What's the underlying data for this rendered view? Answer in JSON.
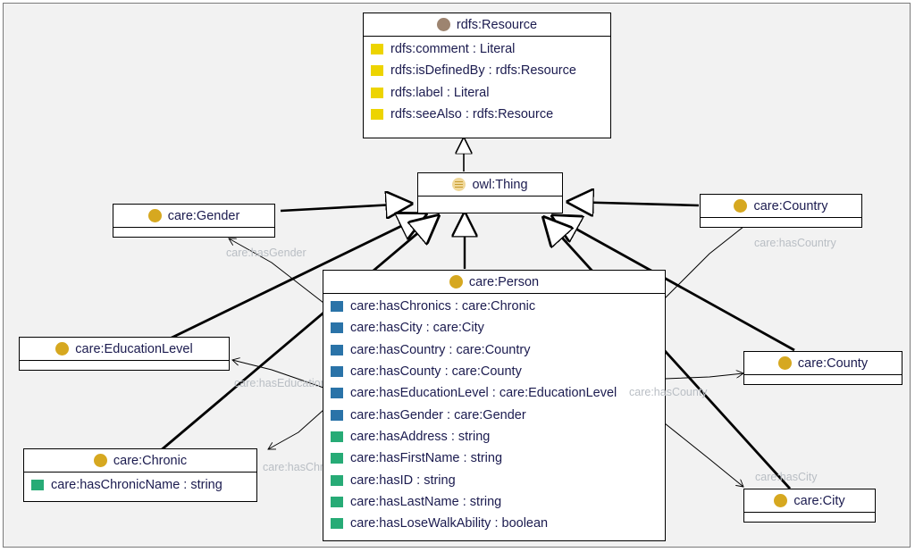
{
  "diagram": {
    "type": "uml-ontology-class-diagram",
    "canvas_bg": "#f2f2f2",
    "text_color": "#1b1b4f",
    "edge_label_color": "#b9bec4",
    "icon_colors": {
      "class_gold": "#d6a820",
      "class_brown": "#9d8470",
      "owl_thing": "#f0d89a",
      "annotation_property": "#edd400",
      "object_property": "#2a73a8",
      "datatype_property": "#27ab76"
    }
  },
  "nodes": {
    "rdfs_resource": {
      "name": "rdfs:Resource",
      "icon": "class-circle-brown-icon",
      "attributes": [
        {
          "icon": "annotation-property-icon",
          "kind": "yellow",
          "text": "rdfs:comment : Literal"
        },
        {
          "icon": "annotation-property-icon",
          "kind": "yellow",
          "text": "rdfs:isDefinedBy : rdfs:Resource"
        },
        {
          "icon": "annotation-property-icon",
          "kind": "yellow",
          "text": "rdfs:label : Literal"
        },
        {
          "icon": "annotation-property-icon",
          "kind": "yellow",
          "text": "rdfs:seeAlso : rdfs:Resource"
        }
      ]
    },
    "owl_thing": {
      "name": "owl:Thing",
      "icon": "owl-thing-icon",
      "attributes": []
    },
    "care_person": {
      "name": "care:Person",
      "icon": "class-circle-gold-icon",
      "attributes": [
        {
          "icon": "object-property-icon",
          "kind": "blue",
          "text": "care:hasChronics : care:Chronic"
        },
        {
          "icon": "object-property-icon",
          "kind": "blue",
          "text": "care:hasCity : care:City"
        },
        {
          "icon": "object-property-icon",
          "kind": "blue",
          "text": "care:hasCountry : care:Country"
        },
        {
          "icon": "object-property-icon",
          "kind": "blue",
          "text": "care:hasCounty : care:County"
        },
        {
          "icon": "object-property-icon",
          "kind": "blue",
          "text": "care:hasEducationLevel : care:EducationLevel"
        },
        {
          "icon": "object-property-icon",
          "kind": "blue",
          "text": "care:hasGender : care:Gender"
        },
        {
          "icon": "datatype-property-icon",
          "kind": "green",
          "text": "care:hasAddress : string"
        },
        {
          "icon": "datatype-property-icon",
          "kind": "green",
          "text": "care:hasFirstName : string"
        },
        {
          "icon": "datatype-property-icon",
          "kind": "green",
          "text": "care:hasID : string"
        },
        {
          "icon": "datatype-property-icon",
          "kind": "green",
          "text": "care:hasLastName : string"
        },
        {
          "icon": "datatype-property-icon",
          "kind": "green",
          "text": "care:hasLoseWalkAbility : boolean"
        }
      ]
    },
    "care_gender": {
      "name": "care:Gender",
      "icon": "class-circle-gold-icon",
      "attributes": []
    },
    "care_education_level": {
      "name": "care:EducationLevel",
      "icon": "class-circle-gold-icon",
      "attributes": []
    },
    "care_chronic": {
      "name": "care:Chronic",
      "icon": "class-circle-gold-icon",
      "attributes": [
        {
          "icon": "datatype-property-icon",
          "kind": "green",
          "text": "care:hasChronicName : string"
        }
      ]
    },
    "care_country": {
      "name": "care:Country",
      "icon": "class-circle-gold-icon",
      "attributes": []
    },
    "care_county": {
      "name": "care:County",
      "icon": "class-circle-gold-icon",
      "attributes": []
    },
    "care_city": {
      "name": "care:City",
      "icon": "class-circle-gold-icon",
      "attributes": []
    }
  },
  "edge_labels": {
    "has_gender": "care:hasGender",
    "has_education_level": "care:hasEducationLevel",
    "has_chronics": "care:hasChronics",
    "has_country": "care:hasCountry",
    "has_county": "care:hasCounty",
    "has_city": "care:hasCity"
  },
  "relations": [
    {
      "from": "owl:Thing",
      "to": "rdfs:Resource",
      "type": "generalization"
    },
    {
      "from": "care:Person",
      "to": "owl:Thing",
      "type": "generalization"
    },
    {
      "from": "care:Gender",
      "to": "owl:Thing",
      "type": "generalization"
    },
    {
      "from": "care:EducationLevel",
      "to": "owl:Thing",
      "type": "generalization"
    },
    {
      "from": "care:Chronic",
      "to": "owl:Thing",
      "type": "generalization"
    },
    {
      "from": "care:Country",
      "to": "owl:Thing",
      "type": "generalization"
    },
    {
      "from": "care:County",
      "to": "owl:Thing",
      "type": "generalization"
    },
    {
      "from": "care:City",
      "to": "owl:Thing",
      "type": "generalization"
    },
    {
      "from": "care:Person",
      "to": "care:Gender",
      "type": "association",
      "label": "care:hasGender"
    },
    {
      "from": "care:Person",
      "to": "care:EducationLevel",
      "type": "association",
      "label": "care:hasEducationLevel"
    },
    {
      "from": "care:Person",
      "to": "care:Chronic",
      "type": "association",
      "label": "care:hasChronics"
    },
    {
      "from": "care:Person",
      "to": "care:Country",
      "type": "association",
      "label": "care:hasCountry"
    },
    {
      "from": "care:Person",
      "to": "care:County",
      "type": "association",
      "label": "care:hasCounty"
    },
    {
      "from": "care:Person",
      "to": "care:City",
      "type": "association",
      "label": "care:hasCity"
    }
  ]
}
